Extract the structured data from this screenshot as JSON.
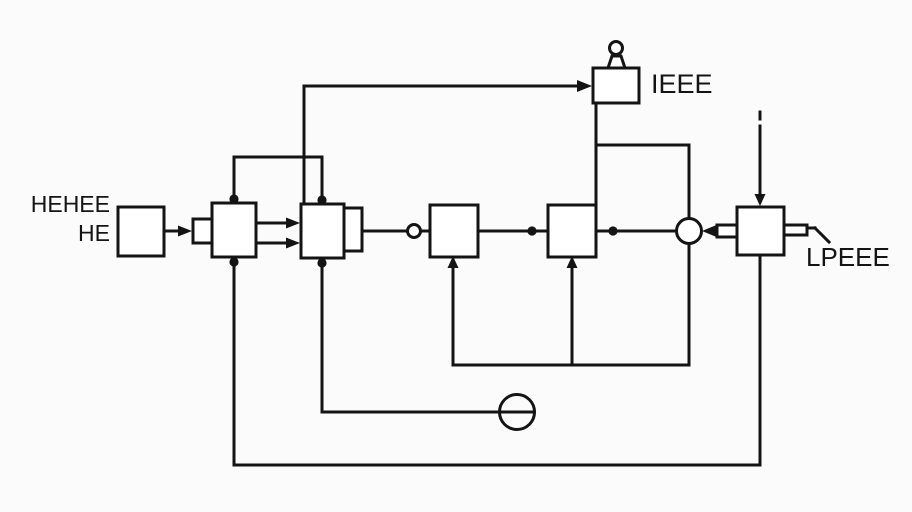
{
  "page": {
    "background": "#fbfbfb",
    "ink": "#141414",
    "fill": "#ffffff"
  },
  "diagram": {
    "type": "control-system-block-diagram",
    "labels": {
      "input_label_line1": "HEHEE",
      "input_label_line2": "HE",
      "monitor_label": "IEEE",
      "output_label": "LPEEE"
    },
    "blocks": [
      {
        "id": "source-block",
        "caption": ""
      },
      {
        "id": "stage-1-block",
        "caption": "",
        "ports": [
          "left-port"
        ]
      },
      {
        "id": "stage-2-block",
        "caption": "",
        "ports": [
          "right-port"
        ]
      },
      {
        "id": "stage-3-block",
        "caption": ""
      },
      {
        "id": "stage-4-block",
        "caption": ""
      },
      {
        "id": "output-block",
        "caption": "",
        "ports": [
          "left-port",
          "right-port"
        ]
      },
      {
        "id": "monitor-block",
        "caption": "IEEE",
        "icon": "person-icon"
      }
    ],
    "symbols": [
      {
        "id": "summing-junction",
        "shape": "open-circle"
      },
      {
        "id": "inline-node",
        "shape": "small-open-circle"
      },
      {
        "id": "meter-symbol",
        "shape": "circle-with-horizontal-line"
      },
      {
        "id": "person-icon",
        "shape": "head-and-shoulders"
      },
      {
        "id": "switch-contact",
        "shape": "angled-line"
      }
    ],
    "connections": [
      "source-block -> stage-1-block (arrow)",
      "stage-1-block => stage-2-block (double arrow)",
      "stage-2-block -> inline-node -> stage-3-block",
      "stage-3-block -> stage-4-block (junction dot)",
      "stage-4-block -> summing-junction (junction dot)",
      "output-block -> summing-junction (left arrow)",
      "stage-2-block top-left corner -> monitor-block (long arrow)",
      "monitor-block bottom -> stage-4-block top / branch -> summing-junction top",
      "summing-junction bottom -> up-arrows into stage-3-block and stage-4-block bottoms",
      "stage-2-block bottom -> meter-symbol",
      "output-block bottom -> long feedback -> stage-1-block bottom",
      "stage-1-block top <-> stage-2-block top tie line",
      "external dashed stub -> down arrow into output-block top",
      "output-block right port -> switch-contact -> LPEEE"
    ]
  }
}
